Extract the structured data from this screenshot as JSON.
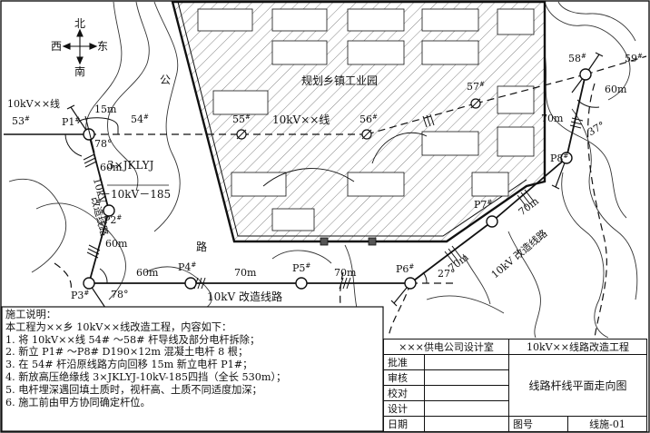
{
  "compass": {
    "north": "北",
    "south": "南",
    "east": "东",
    "west": "西"
  },
  "areas": {
    "park": "规划乡镇工业园",
    "road_1": "公",
    "road_2": "路"
  },
  "poles": {
    "p53": "53",
    "p54": "54",
    "p55": "55",
    "p56": "56",
    "p57": "57",
    "p58": "58",
    "p59": "59",
    "P1": "P1",
    "P2": "P2",
    "P3": "P3",
    "P4": "P4",
    "P5": "P5",
    "P6": "P6",
    "P7": "P7",
    "P8": "P8"
  },
  "pole_superscript": "#",
  "lines": {
    "existing_line": "10kV××线",
    "existing_line_mid": "10kV××线",
    "rebuild_vertical_1": "10kV",
    "rebuild_vertical_2": "改造线路",
    "rebuild_bottom": "10kV 改造线路",
    "rebuild_diagonal": "10kV 改造线路"
  },
  "spans": {
    "s1": "15m",
    "s2": "60m",
    "s3": "60m",
    "s4": "60m",
    "s5": "70m",
    "s6": "70m",
    "s7": "70m",
    "s8": "70m",
    "s9": "60m",
    "s10": "70m"
  },
  "angles": {
    "a1": "78°",
    "a2": "78°",
    "a3": "27°",
    "a4": "37°"
  },
  "cable": {
    "line1": "3×JKLYJ",
    "line2": "－10kV－185"
  },
  "notes": {
    "heading": "施工说明：",
    "intro": "本工程为××乡 10kV××线改造工程，内容如下：",
    "items": [
      "1. 将 10kV××线 54# ～58# 杆导线及部分电杆拆除；",
      "2. 新立 P1# ～P8# D190×12m 混凝土电杆 8 根；",
      "3. 在 54# 杆沿原线路方向回移 15m 新立电杆 P1#；",
      "4. 新放高压绝缘线 3×JKLYJ-10kV-185四挡（全长 530m）；",
      "5. 电杆埋深遇回填土质时，视杆高、土质不同适度加深；",
      "6. 施工前由甲方协同确定杆位。"
    ]
  },
  "title_block": {
    "org": "×××供电公司设计室",
    "project": "10kV××线路改造工程",
    "approve": "批准",
    "review": "审核",
    "check": "校对",
    "design": "设计",
    "date": "日期",
    "drawing_title": "线路杆线平面走向图",
    "drawing_no_label": "图号",
    "drawing_no": "线施-01"
  },
  "colors": {
    "ink": "#111111",
    "hatch": "#555555",
    "contour": "#333333"
  }
}
